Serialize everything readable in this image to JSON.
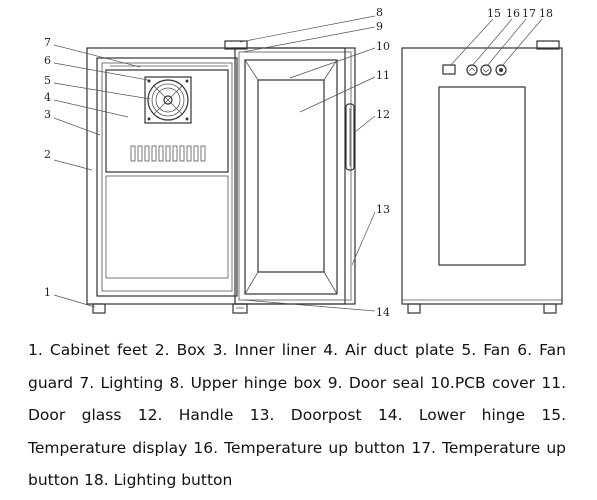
{
  "callouts": [
    {
      "num": "1"
    },
    {
      "num": "2"
    },
    {
      "num": "3"
    },
    {
      "num": "4"
    },
    {
      "num": "5"
    },
    {
      "num": "6"
    },
    {
      "num": "7"
    },
    {
      "num": "8"
    },
    {
      "num": "9"
    },
    {
      "num": "10"
    },
    {
      "num": "11"
    },
    {
      "num": "12"
    },
    {
      "num": "13"
    },
    {
      "num": "14"
    },
    {
      "num": "15"
    },
    {
      "num": "16"
    },
    {
      "num": "17"
    },
    {
      "num": "18"
    }
  ],
  "caption": "1. Cabinet feet 2. Box 3. Inner liner 4. Air duct plate 5. Fan 6. Fan guard 7. Lighting 8. Upper hinge box 9. Door seal 10.PCB cover 11. Door glass 12. Handle 13. Doorpost 14. Lower hinge 15. Temperature display 16. Temperature up button 17. Temperature up button 18. Lighting button"
}
